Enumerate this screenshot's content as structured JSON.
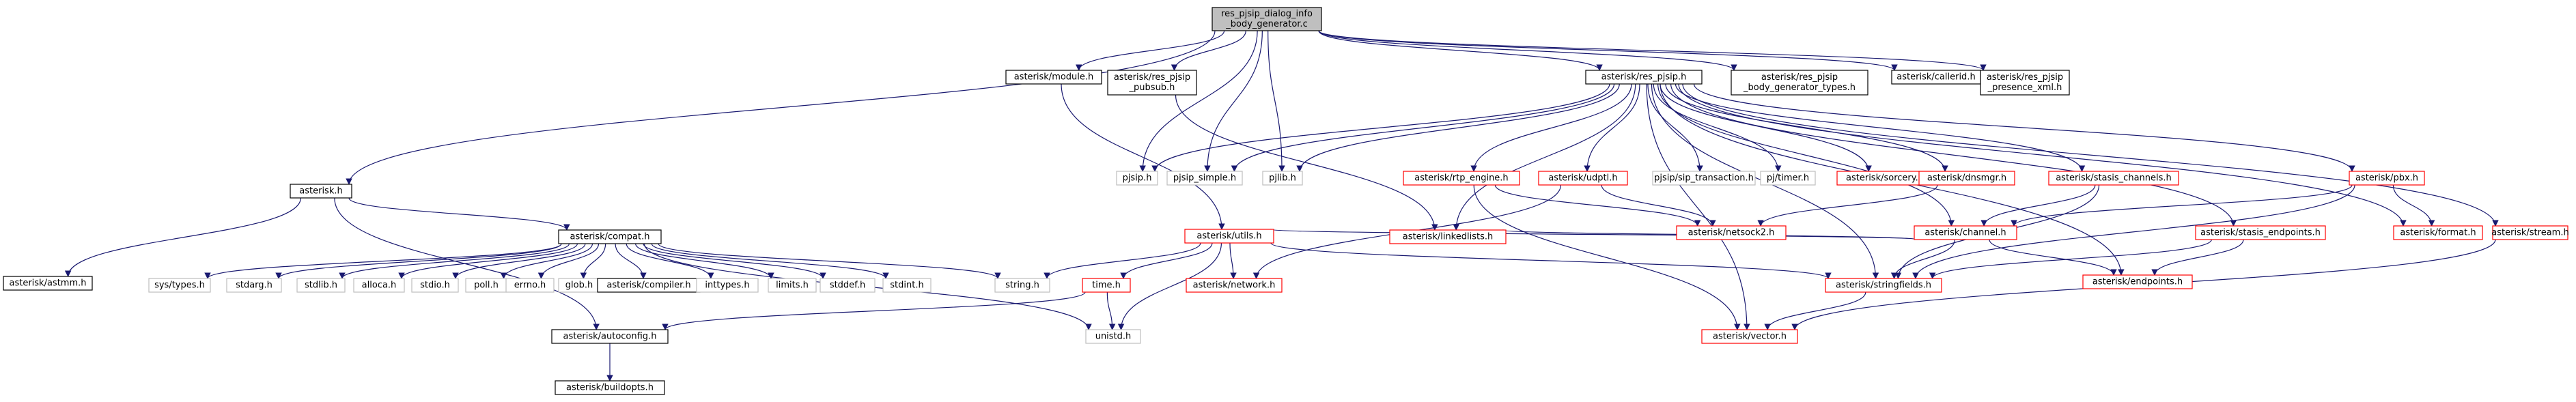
{
  "colors": {
    "root_fill": "#bfbfbf",
    "node_fill": "#ffffff",
    "black_border": "#000000",
    "red_border": "#ff0000",
    "gray_border": "#bfbfbf",
    "edge": "#191970",
    "text": "#000000"
  },
  "nodes": [
    {
      "id": "root",
      "lines": [
        "res_pjsip_dialog_info",
        "_body_generator.c"
      ],
      "style": "root"
    },
    {
      "id": "asterisk_h",
      "lines": [
        "asterisk.h"
      ],
      "style": "black"
    },
    {
      "id": "module_h",
      "lines": [
        "asterisk/module.h"
      ],
      "style": "black"
    },
    {
      "id": "pubsub_h",
      "lines": [
        "asterisk/res_pjsip",
        "_pubsub.h"
      ],
      "style": "black"
    },
    {
      "id": "res_pjsip_h",
      "lines": [
        "asterisk/res_pjsip.h"
      ],
      "style": "black"
    },
    {
      "id": "body_gen_h",
      "lines": [
        "asterisk/res_pjsip",
        "_body_generator_types.h"
      ],
      "style": "black"
    },
    {
      "id": "callerid_h",
      "lines": [
        "asterisk/callerid.h"
      ],
      "style": "black"
    },
    {
      "id": "presence_h",
      "lines": [
        "asterisk/res_pjsip",
        "_presence_xml.h"
      ],
      "style": "black"
    },
    {
      "id": "pjsip_h",
      "lines": [
        "pjsip.h"
      ],
      "style": "gray"
    },
    {
      "id": "pjsip_simple_h",
      "lines": [
        "pjsip_simple.h"
      ],
      "style": "gray"
    },
    {
      "id": "pjlib_h",
      "lines": [
        "pjlib.h"
      ],
      "style": "gray"
    },
    {
      "id": "rtp_engine_h",
      "lines": [
        "asterisk/rtp_engine.h"
      ],
      "style": "red"
    },
    {
      "id": "udptl_h",
      "lines": [
        "asterisk/udptl.h"
      ],
      "style": "red"
    },
    {
      "id": "sip_transaction_h",
      "lines": [
        "pjsip/sip_transaction.h"
      ],
      "style": "gray"
    },
    {
      "id": "pjtimer_h",
      "lines": [
        "pj/timer.h"
      ],
      "style": "gray"
    },
    {
      "id": "sorcery_h",
      "lines": [
        "asterisk/sorcery.h"
      ],
      "style": "red"
    },
    {
      "id": "dnsmgr_h",
      "lines": [
        "asterisk/dnsmgr.h"
      ],
      "style": "red"
    },
    {
      "id": "stasis_channels_h",
      "lines": [
        "asterisk/stasis_channels.h"
      ],
      "style": "red"
    },
    {
      "id": "pbx_h",
      "lines": [
        "asterisk/pbx.h"
      ],
      "style": "red"
    },
    {
      "id": "astmm_h",
      "lines": [
        "asterisk/astmm.h"
      ],
      "style": "black"
    },
    {
      "id": "compat_h",
      "lines": [
        "asterisk/compat.h"
      ],
      "style": "black"
    },
    {
      "id": "netsock2_h",
      "lines": [
        "asterisk/netsock2.h"
      ],
      "style": "red"
    },
    {
      "id": "channel_h",
      "lines": [
        "asterisk/channel.h"
      ],
      "style": "red"
    },
    {
      "id": "stasis_endpoints_h",
      "lines": [
        "asterisk/stasis_endpoints.h"
      ],
      "style": "red"
    },
    {
      "id": "format_h",
      "lines": [
        "asterisk/format.h"
      ],
      "style": "red"
    },
    {
      "id": "stream_h",
      "lines": [
        "asterisk/stream.h"
      ],
      "style": "red"
    },
    {
      "id": "utils_h",
      "lines": [
        "asterisk/utils.h"
      ],
      "style": "red"
    },
    {
      "id": "linkedlists_h",
      "lines": [
        "asterisk/linkedlists.h"
      ],
      "style": "red"
    },
    {
      "id": "endpoints_h",
      "lines": [
        "asterisk/endpoints.h"
      ],
      "style": "red"
    },
    {
      "id": "sys_types_h",
      "lines": [
        "sys/types.h"
      ],
      "style": "gray"
    },
    {
      "id": "stdarg_h",
      "lines": [
        "stdarg.h"
      ],
      "style": "gray"
    },
    {
      "id": "stdlib_h",
      "lines": [
        "stdlib.h"
      ],
      "style": "gray"
    },
    {
      "id": "alloca_h",
      "lines": [
        "alloca.h"
      ],
      "style": "gray"
    },
    {
      "id": "stdio_h",
      "lines": [
        "stdio.h"
      ],
      "style": "gray"
    },
    {
      "id": "poll_h",
      "lines": [
        "poll.h"
      ],
      "style": "gray"
    },
    {
      "id": "errno_h",
      "lines": [
        "errno.h"
      ],
      "style": "gray"
    },
    {
      "id": "glob_h",
      "lines": [
        "glob.h"
      ],
      "style": "gray"
    },
    {
      "id": "compiler_h",
      "lines": [
        "asterisk/compiler.h"
      ],
      "style": "black"
    },
    {
      "id": "inttypes_h",
      "lines": [
        "inttypes.h"
      ],
      "style": "gray"
    },
    {
      "id": "limits_h",
      "lines": [
        "limits.h"
      ],
      "style": "gray"
    },
    {
      "id": "stddef_h",
      "lines": [
        "stddef.h"
      ],
      "style": "gray"
    },
    {
      "id": "stdint_h",
      "lines": [
        "stdint.h"
      ],
      "style": "gray"
    },
    {
      "id": "string_h",
      "lines": [
        "string.h"
      ],
      "style": "gray"
    },
    {
      "id": "time_h",
      "lines": [
        "time.h"
      ],
      "style": "red"
    },
    {
      "id": "network_h",
      "lines": [
        "asterisk/network.h"
      ],
      "style": "red"
    },
    {
      "id": "stringfields_h",
      "lines": [
        "asterisk/stringfields.h"
      ],
      "style": "red"
    },
    {
      "id": "autoconfig_h",
      "lines": [
        "asterisk/autoconfig.h"
      ],
      "style": "black"
    },
    {
      "id": "unistd_h",
      "lines": [
        "unistd.h"
      ],
      "style": "gray"
    },
    {
      "id": "vector_h",
      "lines": [
        "asterisk/vector.h"
      ],
      "style": "red"
    },
    {
      "id": "buildopts_h",
      "lines": [
        "asterisk/buildopts.h"
      ],
      "style": "black"
    }
  ],
  "edges": [
    [
      "root",
      "asterisk_h"
    ],
    [
      "root",
      "module_h"
    ],
    [
      "root",
      "pubsub_h"
    ],
    [
      "root",
      "res_pjsip_h"
    ],
    [
      "root",
      "body_gen_h"
    ],
    [
      "root",
      "callerid_h"
    ],
    [
      "root",
      "presence_h"
    ],
    [
      "root",
      "pjsip_h"
    ],
    [
      "root",
      "pjsip_simple_h"
    ],
    [
      "root",
      "pjlib_h"
    ],
    [
      "asterisk_h",
      "astmm_h"
    ],
    [
      "asterisk_h",
      "compat_h"
    ],
    [
      "asterisk_h",
      "autoconfig_h"
    ],
    [
      "module_h",
      "utils_h"
    ],
    [
      "pubsub_h",
      "linkedlists_h"
    ],
    [
      "res_pjsip_h",
      "pjsip_h"
    ],
    [
      "res_pjsip_h",
      "pjsip_simple_h"
    ],
    [
      "res_pjsip_h",
      "pjlib_h"
    ],
    [
      "res_pjsip_h",
      "rtp_engine_h"
    ],
    [
      "res_pjsip_h",
      "udptl_h"
    ],
    [
      "res_pjsip_h",
      "sip_transaction_h"
    ],
    [
      "res_pjsip_h",
      "pjtimer_h"
    ],
    [
      "res_pjsip_h",
      "sorcery_h"
    ],
    [
      "res_pjsip_h",
      "dnsmgr_h"
    ],
    [
      "res_pjsip_h",
      "stasis_channels_h"
    ],
    [
      "res_pjsip_h",
      "pbx_h"
    ],
    [
      "res_pjsip_h",
      "format_h"
    ],
    [
      "res_pjsip_h",
      "stream_h"
    ],
    [
      "res_pjsip_h",
      "linkedlists_h"
    ],
    [
      "res_pjsip_h",
      "stringfields_h"
    ],
    [
      "res_pjsip_h",
      "vector_h"
    ],
    [
      "res_pjsip_h",
      "endpoints_h"
    ],
    [
      "res_pjsip_h",
      "stasis_endpoints_h"
    ],
    [
      "res_pjsip_h",
      "channel_h"
    ],
    [
      "rtp_engine_h",
      "netsock2_h"
    ],
    [
      "rtp_engine_h",
      "vector_h"
    ],
    [
      "udptl_h",
      "netsock2_h"
    ],
    [
      "udptl_h",
      "network_h"
    ],
    [
      "dnsmgr_h",
      "netsock2_h"
    ],
    [
      "stasis_channels_h",
      "channel_h"
    ],
    [
      "stasis_channels_h",
      "stringfields_h"
    ],
    [
      "pbx_h",
      "channel_h"
    ],
    [
      "pbx_h",
      "format_h"
    ],
    [
      "pbx_h",
      "stringfields_h"
    ],
    [
      "stream_h",
      "vector_h"
    ],
    [
      "compat_h",
      "sys_types_h"
    ],
    [
      "compat_h",
      "stdarg_h"
    ],
    [
      "compat_h",
      "stdlib_h"
    ],
    [
      "compat_h",
      "alloca_h"
    ],
    [
      "compat_h",
      "stdio_h"
    ],
    [
      "compat_h",
      "poll_h"
    ],
    [
      "compat_h",
      "errno_h"
    ],
    [
      "compat_h",
      "glob_h"
    ],
    [
      "compat_h",
      "compiler_h"
    ],
    [
      "compat_h",
      "inttypes_h"
    ],
    [
      "compat_h",
      "limits_h"
    ],
    [
      "compat_h",
      "stddef_h"
    ],
    [
      "compat_h",
      "stdint_h"
    ],
    [
      "compat_h",
      "string_h"
    ],
    [
      "compat_h",
      "unistd_h"
    ],
    [
      "channel_h",
      "utils_h"
    ],
    [
      "channel_h",
      "linkedlists_h"
    ],
    [
      "channel_h",
      "endpoints_h"
    ],
    [
      "channel_h",
      "stringfields_h"
    ],
    [
      "stasis_endpoints_h",
      "endpoints_h"
    ],
    [
      "stasis_endpoints_h",
      "stringfields_h"
    ],
    [
      "utils_h",
      "string_h"
    ],
    [
      "utils_h",
      "time_h"
    ],
    [
      "utils_h",
      "unistd_h"
    ],
    [
      "utils_h",
      "network_h"
    ],
    [
      "utils_h",
      "stringfields_h"
    ],
    [
      "time_h",
      "autoconfig_h"
    ],
    [
      "time_h",
      "unistd_h"
    ],
    [
      "stringfields_h",
      "vector_h"
    ],
    [
      "autoconfig_h",
      "buildopts_h"
    ]
  ]
}
